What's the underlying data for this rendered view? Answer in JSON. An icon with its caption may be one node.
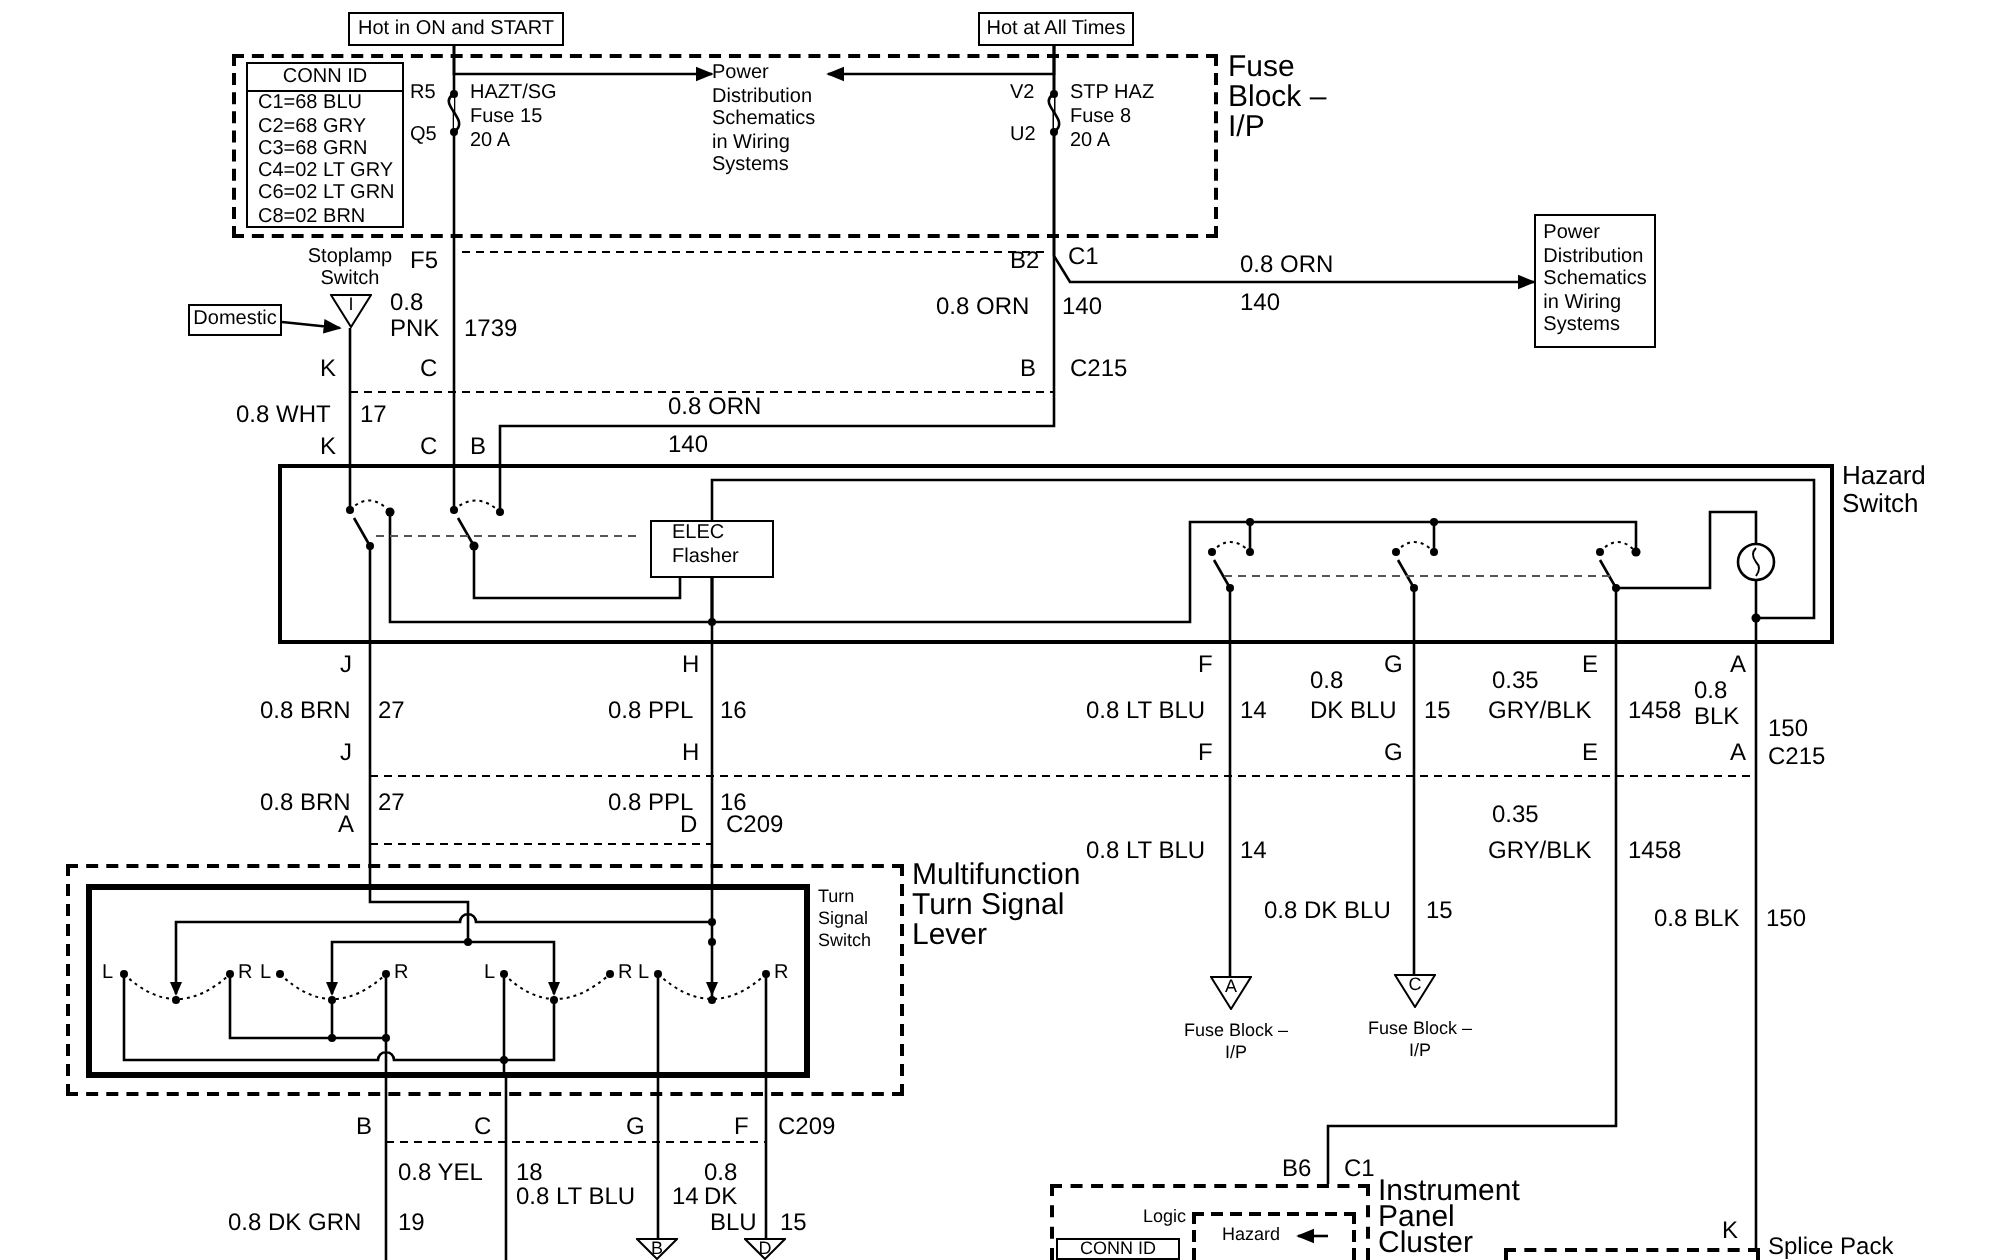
{
  "diagram": {
    "nodes": [
      {
        "text": [
          "Hot in ON and START"
        ]
      },
      {
        "text": [
          "Hot at All Times"
        ]
      },
      {
        "text": [
          "Fuse Block – I/P"
        ]
      },
      {
        "text": [
          "CONN ID",
          "C1=68 BLU",
          "C2=68 GRY",
          "C3=68 GRN",
          "C4=02 LT GRY",
          "C6=02 LT GRN",
          "C8=02 BRN"
        ],
        "in": 2
      },
      {
        "text": [
          "Power Distribution Schematics in Wiring Systems"
        ],
        "in": 2
      },
      {
        "text": [
          "Power Distribution Schematics in Wiring Systems"
        ]
      },
      {
        "text": [
          "Domestic"
        ]
      },
      {
        "text": [
          "I"
        ],
        "beside": [
          "Stoplamp Switch"
        ]
      },
      {
        "text": [
          "Hazard Switch"
        ]
      },
      {
        "text": [
          "ELEC Flasher"
        ],
        "in": 8
      },
      {
        "text": [
          "Multifunction Turn Signal Lever"
        ]
      },
      {
        "text": [
          "Turn Signal Switch"
        ],
        "in": 10
      },
      {
        "text": [
          "A"
        ],
        "beside": [
          "Fuse Block – I/P"
        ]
      },
      {
        "text": [
          "C"
        ],
        "beside": [
          "Fuse Block – I/P"
        ]
      },
      {
        "text": [
          "Instrument Panel Cluster"
        ]
      },
      {
        "text": [
          "Logic"
        ],
        "in": 14
      },
      {
        "text": [
          "Hazard"
        ],
        "in": 15
      },
      {
        "text": [
          "CONN ID"
        ],
        "in": 14
      },
      {
        "text": [
          "Splice Pack"
        ]
      },
      {
        "text": [
          "B"
        ]
      },
      {
        "text": [
          "D"
        ]
      }
    ],
    "edges": [
      {
        "from": 0,
        "to": 8,
        "arrow": "none"
      },
      {
        "from": 1,
        "to": 8,
        "arrow": "none"
      },
      {
        "from": 1,
        "to": 5,
        "arrow": "to"
      },
      {
        "from": 0,
        "to": 4,
        "arrow": "to"
      },
      {
        "from": 1,
        "to": 4,
        "arrow": "to"
      },
      {
        "from": 7,
        "to": 8,
        "arrow": "none"
      },
      {
        "from": 6,
        "to": 7,
        "arrow": "to"
      },
      {
        "from": 8,
        "to": 11,
        "arrow": "none"
      },
      {
        "from": 8,
        "to": 11,
        "arrow": "none"
      },
      {
        "from": 8,
        "to": 12,
        "arrow": "none"
      },
      {
        "from": 8,
        "to": 13,
        "arrow": "none"
      },
      {
        "from": 8,
        "to": 14,
        "arrow": "none"
      },
      {
        "from": 8,
        "to": 18,
        "arrow": "none"
      },
      {
        "from": 11,
        "to": null,
        "arrow": "none"
      },
      {
        "from": 11,
        "to": null,
        "arrow": "none"
      },
      {
        "from": 11,
        "to": 19,
        "arrow": "none"
      },
      {
        "from": 11,
        "to": 20,
        "arrow": "none"
      },
      {
        "from": null,
        "to": 16,
        "arrow": "to"
      },
      {
        "from": 9,
        "to": null,
        "arrow": "other"
      },
      {
        "from": 9,
        "to": 8,
        "arrow": "none"
      },
      {
        "from": 9,
        "to": null,
        "arrow": "other"
      },
      {
        "from": 9,
        "to": null,
        "arrow": "other"
      },
      {
        "from": 9,
        "to": null,
        "arrow": "other"
      }
    ],
    "labels": [
      "R5",
      "HAZT/SG",
      "V2",
      "STP HAZ",
      "Fuse 15",
      "Fuse 8",
      "Q5",
      "20 A",
      "U2",
      "20 A",
      "F5",
      "B2",
      "C1",
      "0.8 ORN",
      "0.8",
      "0.8 ORN",
      "140",
      "140",
      "PNK",
      "1739",
      "K",
      "C",
      "B",
      "C215",
      "0.8 WHT",
      "17",
      "0.8 ORN",
      "K",
      "C",
      "B",
      "140",
      "J",
      "H",
      "F",
      "G",
      "E",
      "A",
      "0.8",
      "0.35",
      "0.8",
      "0.8 BRN",
      "27",
      "0.8 PPL",
      "16",
      "0.8 LT BLU",
      "14",
      "DK BLU",
      "15",
      "GRY/BLK",
      "1458",
      "BLK",
      "150",
      "J",
      "H",
      "F",
      "G",
      "E",
      "A",
      "C215",
      "0.8 BRN",
      "27",
      "0.8 PPL",
      "16",
      "A",
      "D",
      "C209",
      "0.35",
      "0.8 LT BLU",
      "14",
      "GRY/BLK",
      "1458",
      "0.8 DK BLU",
      "15",
      "0.8 BLK",
      "150",
      "L",
      "R",
      "L",
      "R",
      "L",
      "R",
      "L",
      "R",
      "B",
      "C",
      "G",
      "F",
      "C209",
      "0.8 YEL",
      "18",
      "0.8",
      "B6",
      "C1",
      "0.8 LT BLU",
      "14",
      "DK",
      "0.8 DK GRN",
      "19",
      "BLU",
      "15",
      "K"
    ]
  }
}
